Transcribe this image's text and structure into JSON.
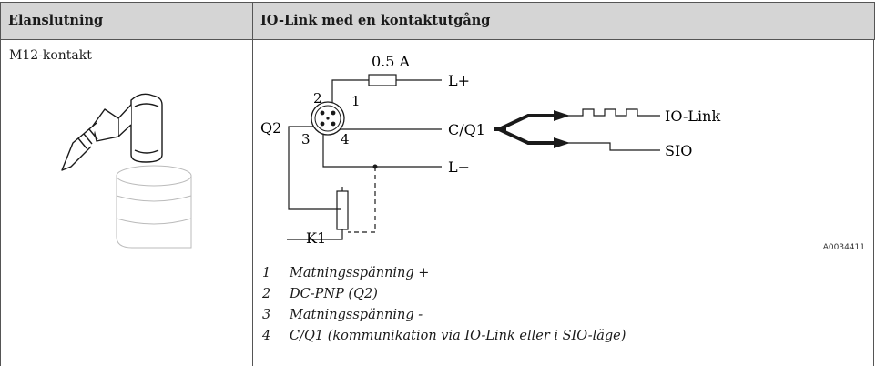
{
  "table": {
    "col1_header": "Elanslutning",
    "col2_header": "IO-Link med en kontaktutgång",
    "connector_label": "M12-kontakt"
  },
  "diagram": {
    "fuse_label": "0.5 A",
    "l_plus": "L+",
    "l_minus": "L−",
    "cq1": "C/Q1",
    "q2": "Q2",
    "k1": "K1",
    "io_link": "IO-Link",
    "sio": "SIO",
    "pin1": "1",
    "pin2": "2",
    "pin3": "3",
    "pin4": "4",
    "figure_code": "A0034411"
  },
  "legend": [
    {
      "num": "1",
      "text": "Matningsspänning +"
    },
    {
      "num": "2",
      "text": "DC-PNP (Q2)"
    },
    {
      "num": "3",
      "text": "Matningsspänning -"
    },
    {
      "num": "4",
      "text": "C/Q1 (kommunikation via IO-Link eller i SIO-läge)"
    }
  ]
}
